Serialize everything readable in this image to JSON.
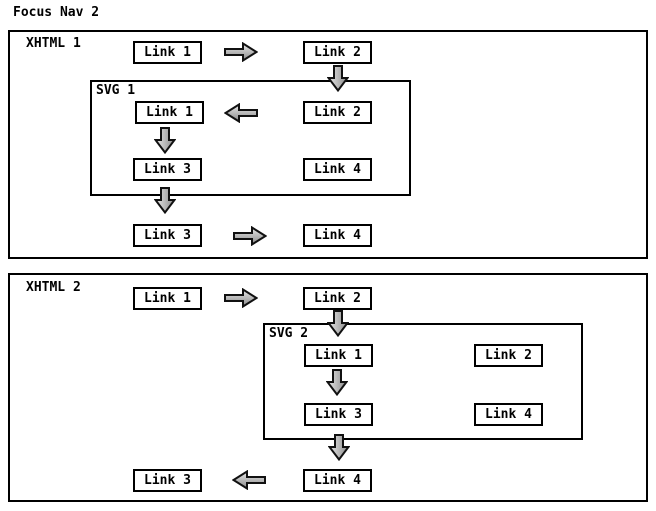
{
  "title": "Focus Nav 2",
  "colors": {
    "background": "#ffffff",
    "line": "#000000",
    "arrow_outline": "#111111",
    "arrow_fill_light": "#e8e8e8",
    "arrow_fill_dark": "#8a8a8a"
  },
  "xhtml1": {
    "label": "XHTML 1",
    "top_row": {
      "link1": "Link 1",
      "link2": "Link 2"
    },
    "svg1": {
      "label": "SVG 1",
      "link1": "Link 1",
      "link2": "Link 2",
      "link3": "Link 3",
      "link4": "Link 4"
    },
    "bottom_row": {
      "link3": "Link 3",
      "link4": "Link 4"
    },
    "arrows": [
      {
        "from": "Link 1",
        "to": "Link 2",
        "direction": "right"
      },
      {
        "from": "Link 2",
        "to": "SVG 1 Link 2",
        "direction": "down"
      },
      {
        "from": "SVG 1 Link 2",
        "to": "SVG 1 Link 1",
        "direction": "left"
      },
      {
        "from": "SVG 1 Link 1",
        "to": "SVG 1 Link 3",
        "direction": "down"
      },
      {
        "from": "SVG 1 Link 3",
        "to": "Link 3",
        "direction": "down"
      },
      {
        "from": "Link 3",
        "to": "Link 4",
        "direction": "right"
      }
    ]
  },
  "xhtml2": {
    "label": "XHTML 2",
    "top_row": {
      "link1": "Link 1",
      "link2": "Link 2"
    },
    "svg2": {
      "label": "SVG 2",
      "link1": "Link 1",
      "link2": "Link 2",
      "link3": "Link 3",
      "link4": "Link 4"
    },
    "bottom_row": {
      "link3": "Link 3",
      "link4": "Link 4"
    },
    "arrows": [
      {
        "from": "Link 1",
        "to": "Link 2",
        "direction": "right"
      },
      {
        "from": "Link 2",
        "to": "SVG 2 Link 1",
        "direction": "down"
      },
      {
        "from": "SVG 2 Link 1",
        "to": "SVG 2 Link 3",
        "direction": "down"
      },
      {
        "from": "SVG 2 Link 3",
        "to": "Link 4",
        "direction": "down"
      },
      {
        "from": "Link 4",
        "to": "Link 3",
        "direction": "left"
      }
    ]
  }
}
